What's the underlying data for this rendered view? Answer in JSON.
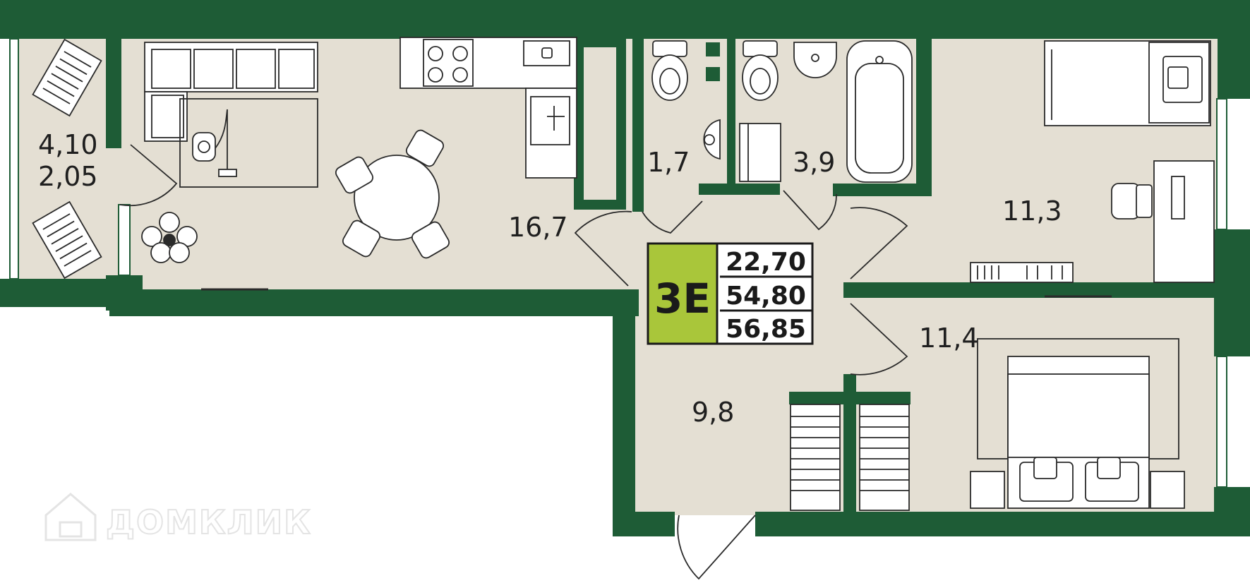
{
  "colors": {
    "wall": "#1e5c36",
    "floor": "#e4dfd3",
    "badge": "#a9c63a",
    "furniture_stroke": "#2a2a2a",
    "furniture_fill": "#ffffff"
  },
  "rooms": {
    "balcony": {
      "area": "4,10",
      "area_reduced": "2,05"
    },
    "kitchen_living": {
      "area": "16,7"
    },
    "toilet": {
      "area": "1,7"
    },
    "bathroom": {
      "area": "3,9"
    },
    "bedroom_1": {
      "area": "11,3"
    },
    "bedroom_2": {
      "area": "11,4"
    },
    "hallway": {
      "area": "9,8"
    }
  },
  "badge": {
    "code": "3E",
    "living_area": "22,70",
    "total_area": "54,80",
    "total_area_with_balcony": "56,85"
  },
  "watermark": {
    "text": "ДОМКЛИК",
    "icon": "house-logo-icon"
  }
}
